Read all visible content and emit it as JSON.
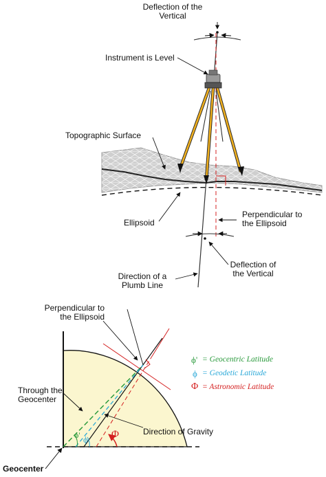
{
  "top_diagram": {
    "deflection_top": [
      "Deflection of the",
      "Vertical"
    ],
    "instrument": "Instrument is Level",
    "topographic": "Topographic Surface",
    "ellipsoid": "Ellipsoid",
    "perpendicular": [
      "Perpendicular to",
      "the Ellipsoid"
    ],
    "deflection_bottom": [
      "Deflection of",
      "the Vertical"
    ],
    "plumb": [
      "Direction of a",
      "Plumb Line"
    ]
  },
  "bottom_diagram": {
    "perpendicular": [
      "Perpendicular to",
      "the Ellipsoid"
    ],
    "through": [
      "Through the",
      "Geocenter"
    ],
    "gravity": "Direction of Gravity",
    "geocenter": "Geocenter",
    "legend": [
      {
        "symbol": "ϕ'",
        "text": "= Geocentric Latitude",
        "color": "#2a9a3c"
      },
      {
        "symbol": "ϕ",
        "text": "= Geodetic Latitude",
        "color": "#2aa8d8"
      },
      {
        "symbol": "Φ",
        "text": "= Astronomic Latitude",
        "color": "#d42020"
      }
    ],
    "angle_symbols": {
      "geocentric": "ϕ'",
      "geodetic": "ϕ",
      "astronomic": "Φ"
    }
  },
  "colors": {
    "tripod": "#f0b020",
    "terrain": "#cfcfcf",
    "perpendicular": "#d42020",
    "earth": "#fbf6cf"
  }
}
